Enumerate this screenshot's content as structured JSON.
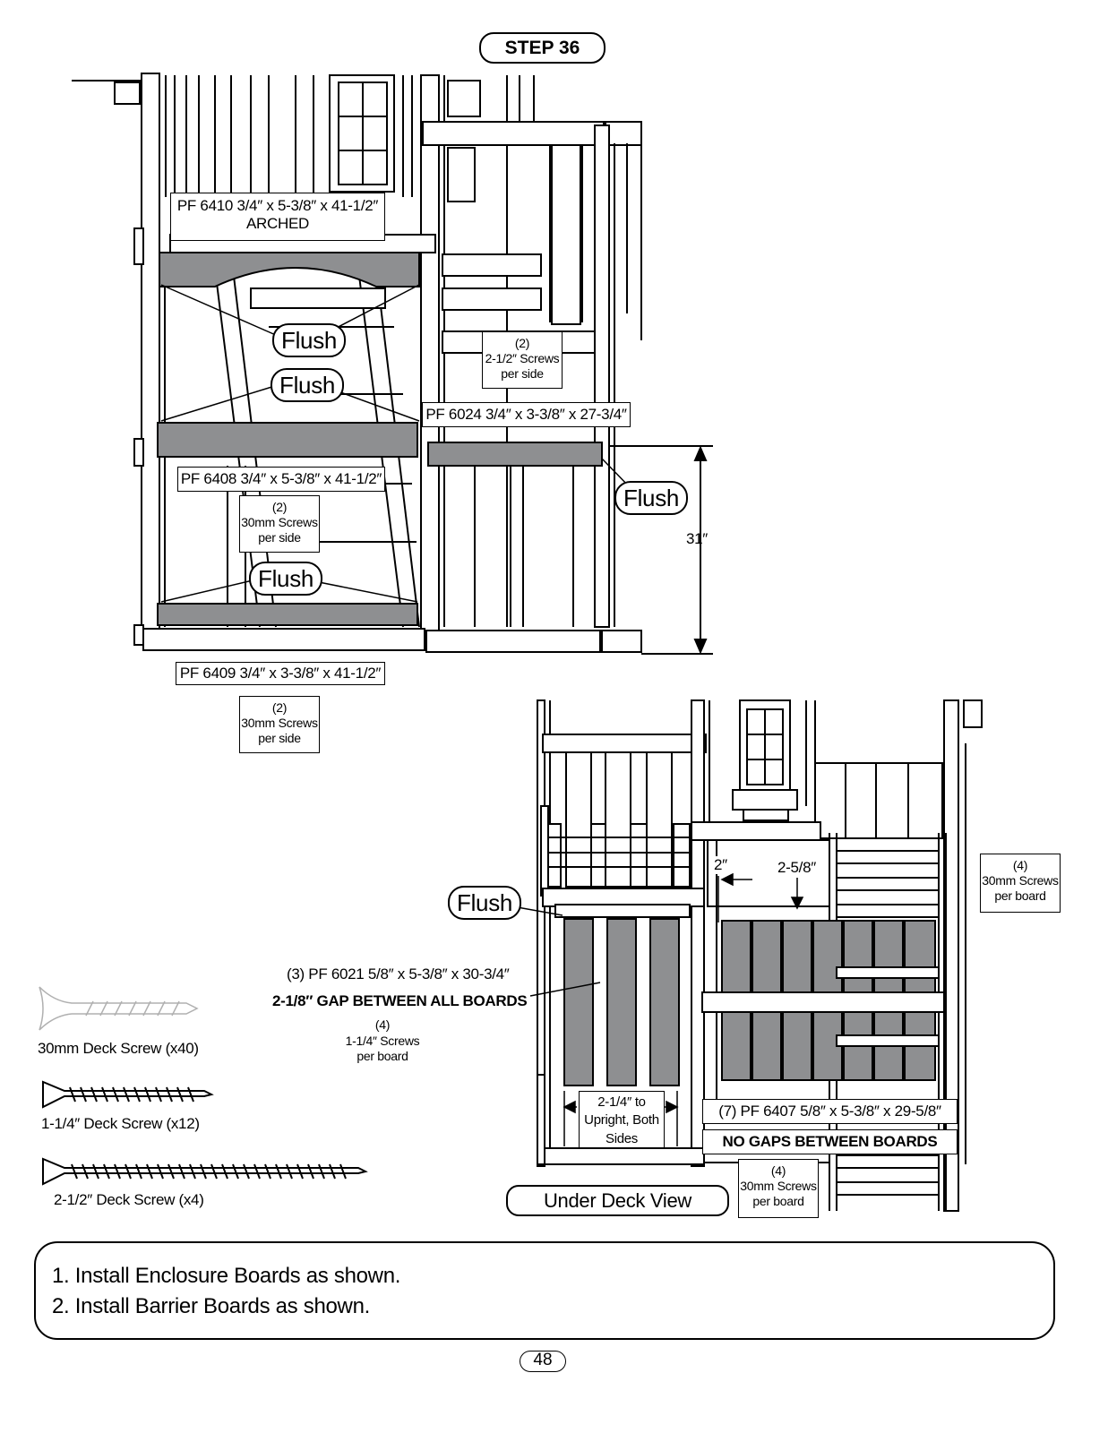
{
  "header": {
    "step": "STEP 36"
  },
  "top_view": {
    "arched_label": "PF 6410 3/4″ x 5-3/8″ x 41-1/2″",
    "arched_sub": "ARCHED",
    "board_6024": "PF 6024 3/4″ x 3-3/8″ x 27-3/4″",
    "board_6408": "PF 6408 3/4″ x 5-3/8″ x 41-1/2″",
    "board_6409": "PF 6409 3/4″ x 3-3/8″ x 41-1/2″",
    "flush": "Flush",
    "dimension": "31″",
    "screw_note_a": {
      "count": "(2)",
      "type": "2-1/2″ Screws",
      "per": "per side"
    },
    "screw_note_b": {
      "count": "(2)",
      "type": "30mm Screws",
      "per": "per side"
    },
    "screw_note_c": {
      "count": "(2)",
      "type": "30mm Screws",
      "per": "per side"
    }
  },
  "under_deck": {
    "title": "Under Deck View",
    "flush": "Flush",
    "board_6021": "(3) PF 6021 5/8″ x 5-3/8″ x 30-3/4″",
    "gap_note": "2-1/8″ GAP BETWEEN ALL BOARDS",
    "screw_6021": {
      "count": "(4)",
      "type": "1-1/4″ Screws",
      "per": "per board"
    },
    "upright_note": [
      "2-1/4″ to",
      "Upright, Both",
      "Sides"
    ],
    "dim_2": "2″",
    "dim_258": "2-5/8″",
    "board_6407": "(7) PF 6407 5/8″ x 5-3/8″ x 29-5/8″",
    "no_gaps": "NO GAPS BETWEEN BOARDS",
    "screw_6407": {
      "count": "(4)",
      "type": "30mm Screws",
      "per": "per board"
    },
    "screw_right": {
      "count": "(4)",
      "type": "30mm Screws",
      "per": "per board"
    }
  },
  "hardware": [
    {
      "icon": "30mm-deck-screw-icon",
      "label": "30mm Deck Screw (x40)"
    },
    {
      "icon": "1-1-4-deck-screw-icon",
      "label": "1-1/4″ Deck Screw (x12)"
    },
    {
      "icon": "2-1-2-deck-screw-icon",
      "label": "2-1/2″ Deck Screw (x4)"
    }
  ],
  "instructions": [
    "1. Install Enclosure Boards as shown.",
    "2. Install Barrier Boards as shown."
  ],
  "page_number": "48",
  "colors": {
    "board_fill": "#8e8f91",
    "line": "#000000",
    "background": "#ffffff"
  }
}
